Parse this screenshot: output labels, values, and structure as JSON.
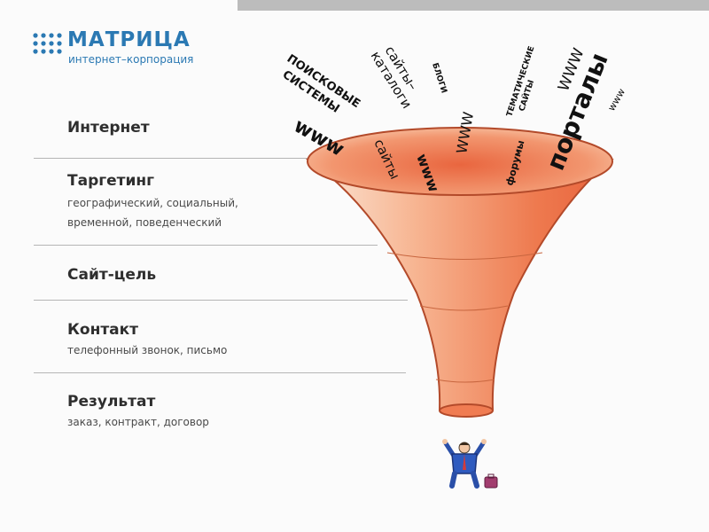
{
  "logo": {
    "name": "МАТРИЦА",
    "subtitle": "интернет–корпорация",
    "color": "#2b79b3"
  },
  "stages": {
    "internet": {
      "title": "Интернет"
    },
    "targeting": {
      "title": "Таргетинг",
      "desc_line1": "географический, социальный,",
      "desc_line2": "временной, поведенческий"
    },
    "site": {
      "title": "Сайт-цель"
    },
    "contact": {
      "title": "Контакт",
      "desc": "телефонный звонок, письмо"
    },
    "result": {
      "title": "Результат",
      "desc": "заказ, контракт, договор"
    }
  },
  "funnel_words": {
    "search_line1": "ПОИСКОВЫЕ",
    "search_line2": "СИСТЕМЫ",
    "catalogs_line1": "сайты–",
    "catalogs_line2": "каталоги",
    "blogs": "БЛОГИ",
    "thematic_line1": "ТЕМАТИЧЕСКИЕ",
    "thematic_line2": "САЙТЫ",
    "www_top": "WWW",
    "portals": "порталы",
    "www_small": "www",
    "www_left": "www",
    "sites": "сайты",
    "www_center": "www",
    "www_mid": "WWW",
    "forums": "форумы"
  },
  "colors": {
    "funnel_light": "#fde3d0",
    "funnel_mid": "#f5a37e",
    "funnel_dark": "#e8623c",
    "funnel_mouth": "#f0845a"
  }
}
